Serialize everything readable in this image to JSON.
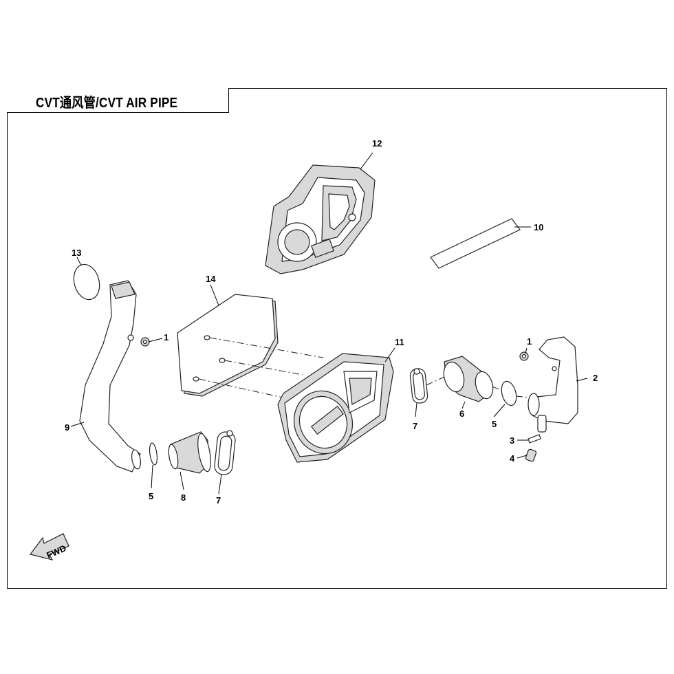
{
  "title": "CVT通风管/CVT AIR PIPE",
  "fwd_label": "FWD",
  "callouts": {
    "c1a": "1",
    "c1b": "1",
    "c2": "2",
    "c3": "3",
    "c4": "4",
    "c5a": "5",
    "c5b": "5",
    "c6": "6",
    "c7a": "7",
    "c7b": "7",
    "c8": "8",
    "c9": "9",
    "c10": "10",
    "c11": "11",
    "c12": "12",
    "c13": "13",
    "c14": "14"
  }
}
